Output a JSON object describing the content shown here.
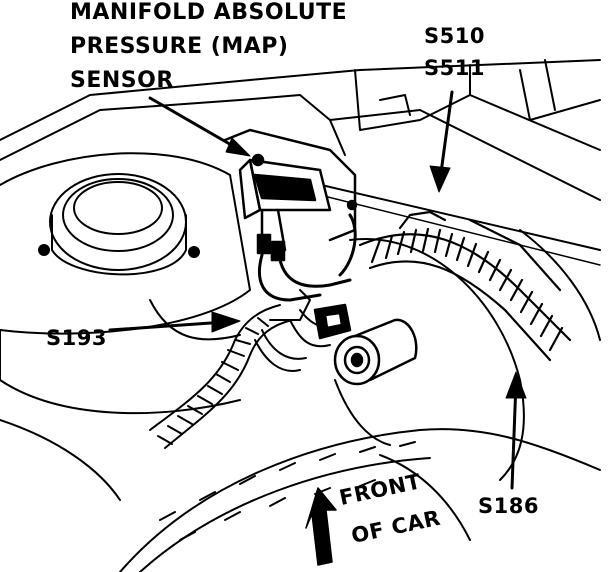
{
  "title": {
    "line1": "MANIFOLD ABSOLUTE",
    "line2": "PRESSURE (MAP)",
    "line3": "SENSOR"
  },
  "callouts": {
    "s510": "S510",
    "s511": "S511",
    "s193": "S193",
    "s186": "S186"
  },
  "direction": {
    "line1": "FRONT",
    "line2": "OF CAR"
  },
  "colors": {
    "ink": "#000000",
    "paper": "#ffffff"
  }
}
